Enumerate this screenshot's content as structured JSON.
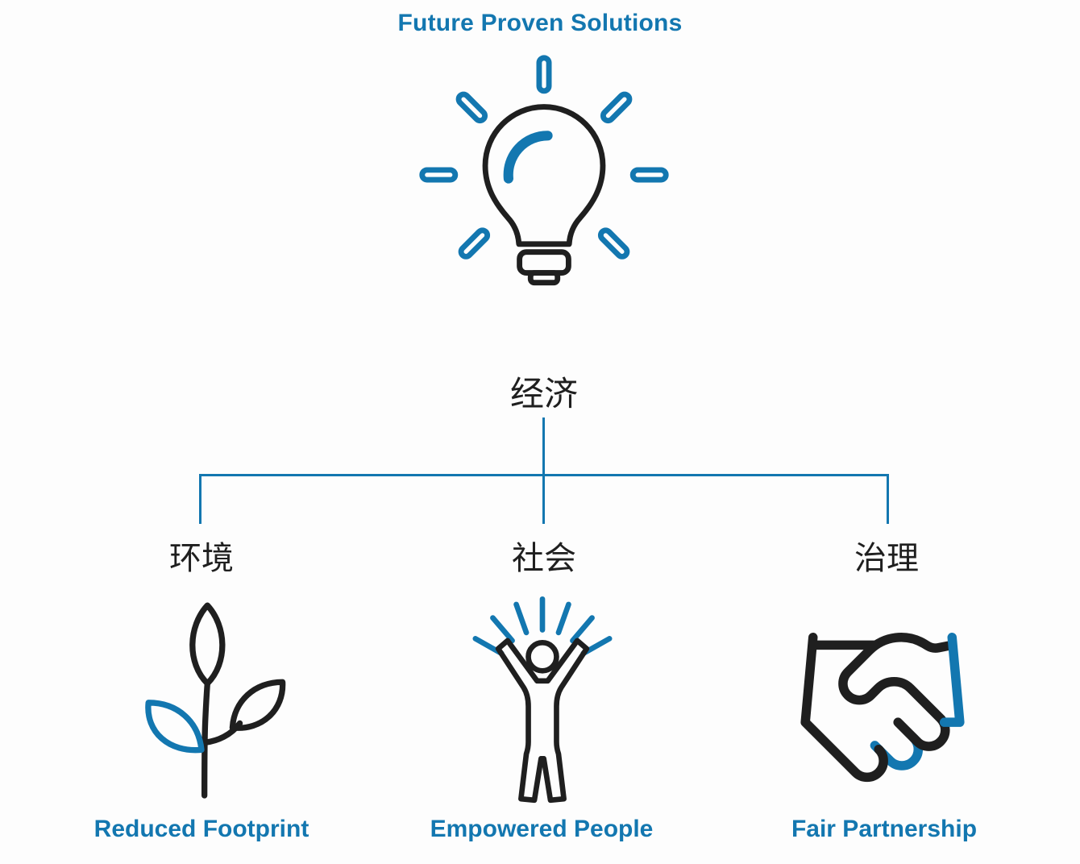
{
  "colors": {
    "accent": "#1377b0",
    "ink": "#1f1f1f",
    "background": "#fdfdfd"
  },
  "header": {
    "title": "Future Proven Solutions"
  },
  "root": {
    "icon": "lightbulb-icon",
    "label_zh": "经济"
  },
  "branches": [
    {
      "id": "environment",
      "label_zh": "环境",
      "icon": "sprout-icon",
      "caption": "Reduced Footprint"
    },
    {
      "id": "social",
      "label_zh": "社会",
      "icon": "empowered-person-icon",
      "caption": "Empowered People"
    },
    {
      "id": "governance",
      "label_zh": "治理",
      "icon": "handshake-icon",
      "caption": "Fair Partnership"
    }
  ]
}
